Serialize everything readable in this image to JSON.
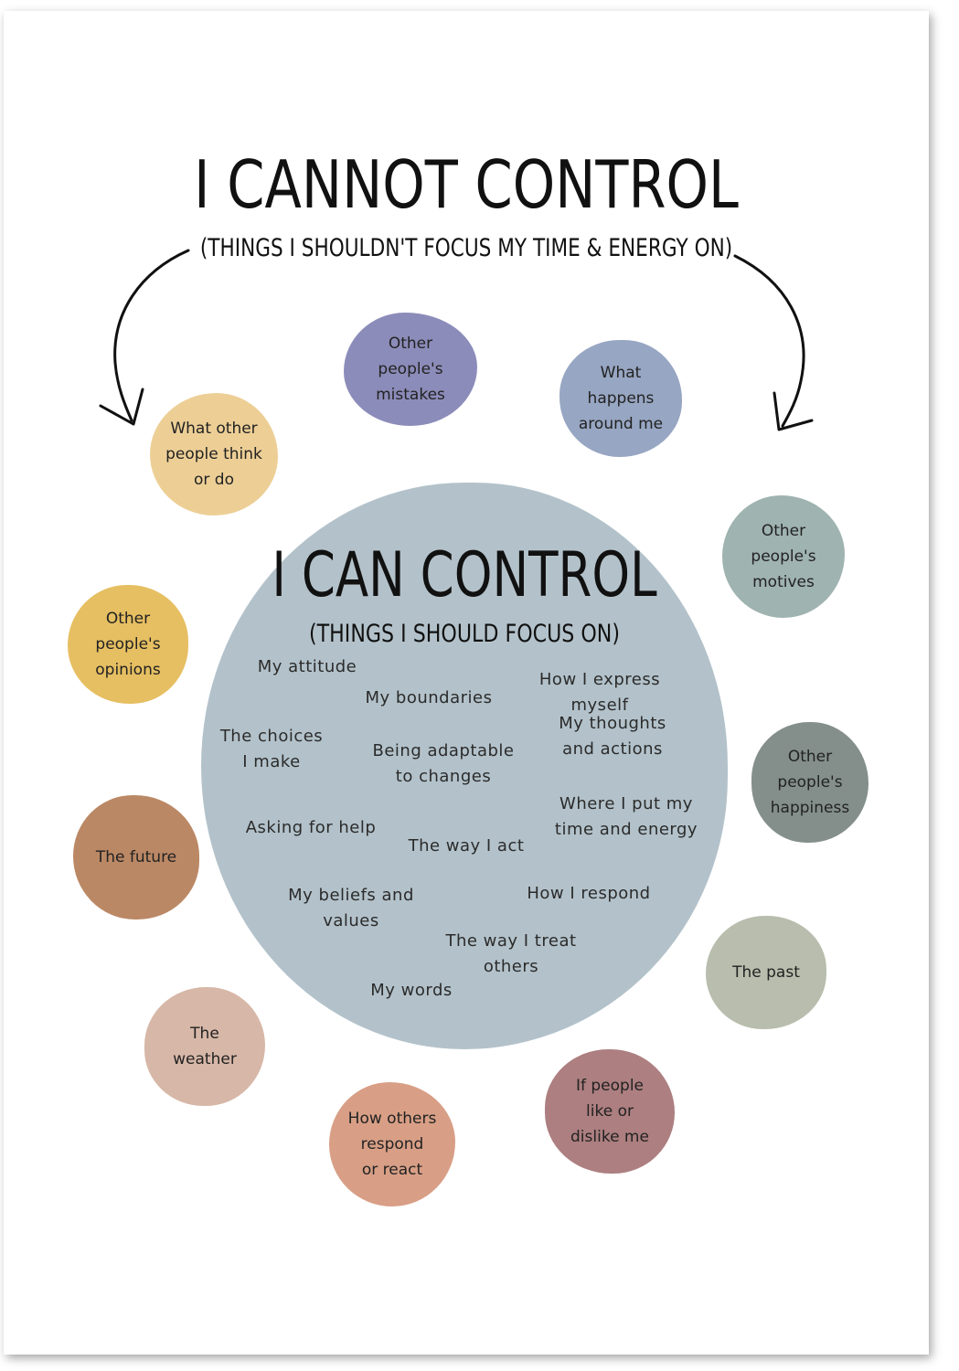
{
  "header": {
    "title": "I CANNOT CONTROL",
    "subtitle": "(THINGS I SHOULDN'T FOCUS MY TIME & ENERGY ON)"
  },
  "center": {
    "title": "I CAN CONTROL",
    "subtitle": "(THINGS I SHOULD FOCUS ON)",
    "items": [
      "My attitude",
      "My boundaries",
      "How I express myself",
      "The choices\nI make",
      "Being adaptable\nto changes",
      "My thoughts\nand actions",
      "Where I put my\ntime and energy",
      "Asking for help",
      "The way I act",
      "My beliefs and\nvalues",
      "How I respond",
      "The way I treat\nothers",
      "My words"
    ]
  },
  "outer": [
    {
      "text": "Other\npeople's\nmistakes",
      "color": "#8c8cba"
    },
    {
      "text": "What\nhappens\naround me",
      "color": "#97a6c2"
    },
    {
      "text": "What other\npeople think\nor do",
      "color": "#edcf96"
    },
    {
      "text": "Other\npeople's\nmotives",
      "color": "#9fb3b0"
    },
    {
      "text": "Other\npeople's\nopinions",
      "color": "#e6bf62"
    },
    {
      "text": "Other\npeople's\nhappiness",
      "color": "#848f8c"
    },
    {
      "text": "The future",
      "color": "#bb8865"
    },
    {
      "text": "The past",
      "color": "#b8bdad"
    },
    {
      "text": "The\nweather",
      "color": "#d7b7a7"
    },
    {
      "text": "How others\nrespond\nor react",
      "color": "#d89f86"
    },
    {
      "text": "If people\nlike or\ndislike me",
      "color": "#ad7f80"
    }
  ]
}
